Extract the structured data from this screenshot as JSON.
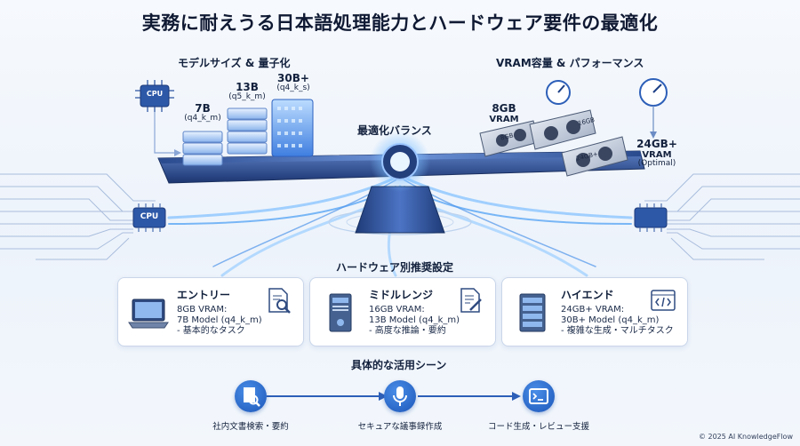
{
  "title": "実務に耐えうる日本語処理能力とハードウェア要件の最適化",
  "left_section": {
    "label": "モデルサイズ & 量子化",
    "cpu_chip": "CPU",
    "models": [
      {
        "size": "7B",
        "quant": "(q4_k_m)"
      },
      {
        "size": "13B",
        "quant": "(q5_k_m)"
      },
      {
        "size": "30B+",
        "quant": "(q4_k_s)"
      }
    ]
  },
  "right_section": {
    "label": "VRAM容量 & パフォーマンス",
    "gpus": [
      {
        "size": "8GB",
        "unit": "VRAM"
      },
      {
        "size": "24GB+",
        "unit": "VRAM",
        "note": "(Optimal)"
      }
    ],
    "gpu_card_labels": [
      "8GB",
      "16GB",
      "24GB+"
    ]
  },
  "balance_label": "最適化バランス",
  "side_chip_label": "CPU",
  "recommendation": {
    "label": "ハードウェア別推奨設定",
    "cards": [
      {
        "title": "エントリー",
        "lines": [
          "8GB VRAM:",
          "7B Model (q4_k_m)",
          "- 基本的なタスク"
        ]
      },
      {
        "title": "ミドルレンジ",
        "lines": [
          "16GB VRAM:",
          "13B Model (q4_k_m)",
          "- 高度な推論・要約"
        ]
      },
      {
        "title": "ハイエンド",
        "lines": [
          "24GB+ VRAM:",
          "30B+ Model (q4_k_m)",
          "- 複雑な生成・マルチタスク"
        ]
      }
    ]
  },
  "usecases": {
    "label": "具体的な活用シーン",
    "items": [
      {
        "label": "社内文書検索・要約",
        "icon": "document-search-icon"
      },
      {
        "label": "セキュアな議事録作成",
        "icon": "microphone-icon"
      },
      {
        "label": "コード生成・レビュー支援",
        "icon": "code-terminal-icon"
      }
    ]
  },
  "colors": {
    "accent": "#1f5fc4",
    "light_accent": "#7fb6f5",
    "background": "#f1f6fc"
  },
  "copyright": "© 2025 AI KnowledgeFlow"
}
